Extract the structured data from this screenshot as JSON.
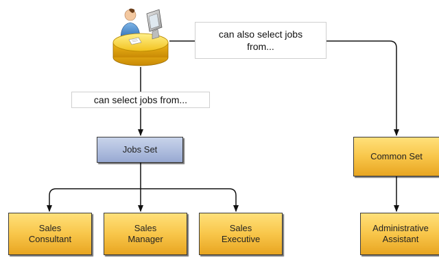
{
  "labels": {
    "edge_left": "can select jobs from...",
    "edge_right": "can also select jobs\nfrom..."
  },
  "nodes": {
    "jobs_set": "Jobs Set",
    "common_set": "Common Set",
    "sales_consultant": "Sales\nConsultant",
    "sales_manager": "Sales\nManager",
    "sales_executive": "Sales\nExecutive",
    "administrative_assistant": "Administrative\nAssistant"
  },
  "icons": {
    "user_at_desk": "user-at-workstation-icon"
  },
  "colors": {
    "set_blue": "#b3c1e0",
    "job_gold": "#f8c64a",
    "desk_yellow": "#f5cc2a",
    "connector": "#111111"
  }
}
